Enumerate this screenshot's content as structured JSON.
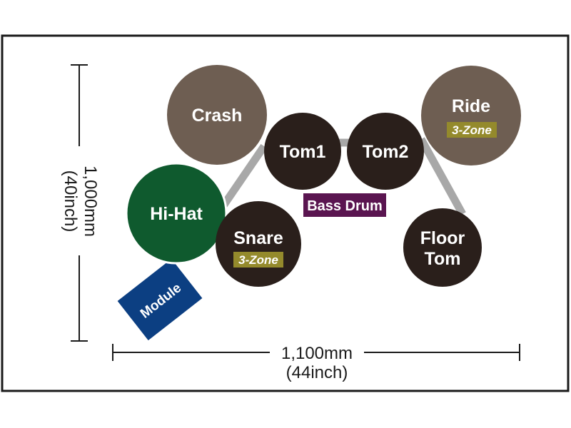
{
  "colors": {
    "cymbal": "#6e5e52",
    "drum": "#2a1f1b",
    "hihat": "#0f5a2e",
    "module": "#0c3f82",
    "bass_drum": "#5a1550",
    "zone_badge": "#948a2c",
    "stand": "#a8a8a8",
    "frame": "#1a1a1a"
  },
  "pads": {
    "crash": {
      "label": "Crash"
    },
    "ride": {
      "label": "Ride",
      "zone": "3-Zone"
    },
    "tom1": {
      "label": "Tom1"
    },
    "tom2": {
      "label": "Tom2"
    },
    "hihat": {
      "label": "Hi-Hat"
    },
    "snare": {
      "label": "Snare",
      "zone": "3-Zone"
    },
    "floor_tom": {
      "line1": "Floor",
      "line2": "Tom"
    },
    "bass_drum": {
      "label": "Bass Drum"
    },
    "module": {
      "label": "Module"
    }
  },
  "dimensions": {
    "depth_mm": "1,000mm",
    "depth_inch": "(40inch)",
    "width_mm": "1,100mm",
    "width_inch": "(44inch)"
  }
}
